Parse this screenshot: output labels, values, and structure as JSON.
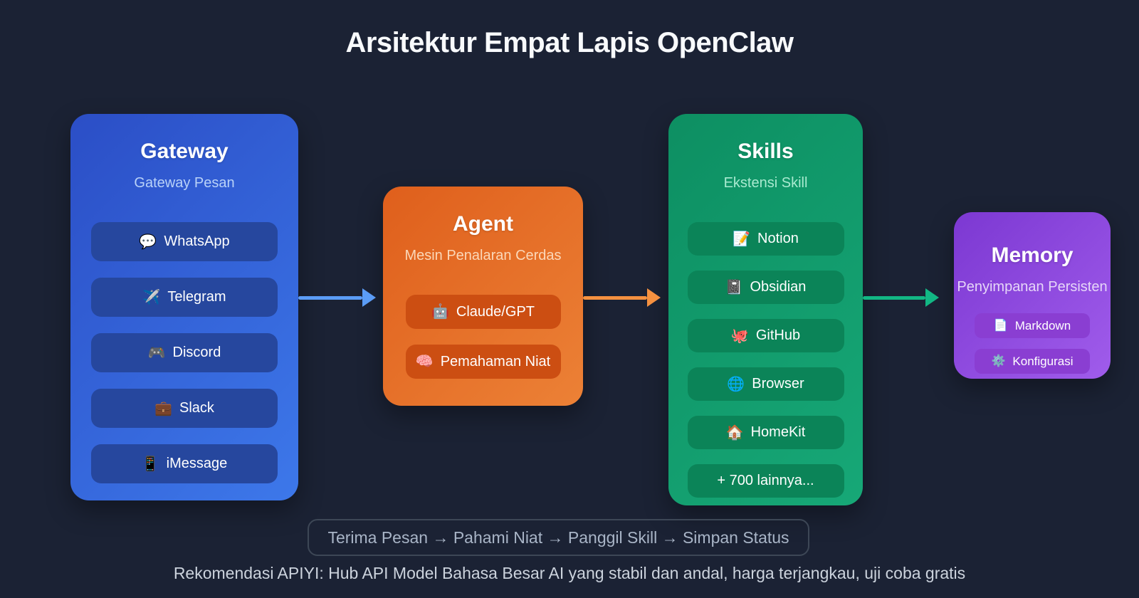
{
  "title": "Arsitektur Empat Lapis OpenClaw",
  "colors": {
    "background": "#1b2234",
    "title_text": "#f8fafc",
    "flow_pill_border": "#3d4756",
    "flow_pill_text": "#a9b5c7",
    "footer_text": "#ccd3dd"
  },
  "layers": [
    {
      "id": "gateway",
      "title": "Gateway",
      "subtitle": "Gateway Pesan",
      "items": [
        {
          "icon": "💬",
          "icon_name": "speech-balloon-icon",
          "label": "WhatsApp"
        },
        {
          "icon": "✈️",
          "icon_name": "airplane-icon",
          "label": "Telegram"
        },
        {
          "icon": "🎮",
          "icon_name": "game-controller-icon",
          "label": "Discord"
        },
        {
          "icon": "💼",
          "icon_name": "briefcase-icon",
          "label": "Slack"
        },
        {
          "icon": "📱",
          "icon_name": "mobile-phone-icon",
          "label": "iMessage"
        }
      ],
      "colors": {
        "bg_from": "#2b4ec6",
        "bg_to": "#3d78ea",
        "pill": "#26479e",
        "subtitle": "#b9d2f8"
      }
    },
    {
      "id": "agent",
      "title": "Agent",
      "subtitle": "Mesin Penalaran Cerdas",
      "items": [
        {
          "icon": "🤖",
          "icon_name": "robot-icon",
          "label": "Claude/GPT"
        },
        {
          "icon": "🧠",
          "icon_name": "brain-icon",
          "label": "Pemahaman Niat"
        }
      ],
      "colors": {
        "bg_from": "#df5f1c",
        "bg_to": "#ec8136",
        "pill": "#cc4e12",
        "subtitle": "#fbd8b9"
      }
    },
    {
      "id": "skills",
      "title": "Skills",
      "subtitle": "Ekstensi Skill",
      "items": [
        {
          "icon": "📝",
          "icon_name": "memo-icon",
          "label": "Notion"
        },
        {
          "icon": "📓",
          "icon_name": "notebook-icon",
          "label": "Obsidian"
        },
        {
          "icon": "🐙",
          "icon_name": "octopus-icon",
          "label": "GitHub"
        },
        {
          "icon": "🌐",
          "icon_name": "globe-icon",
          "label": "Browser"
        },
        {
          "icon": "🏠",
          "icon_name": "house-icon",
          "label": "HomeKit"
        },
        {
          "icon": "",
          "icon_name": "",
          "label": "+ 700 lainnya..."
        }
      ],
      "colors": {
        "bg_from": "#0d8f62",
        "bg_to": "#17a877",
        "pill": "#0b8458",
        "subtitle": "#a9ead0"
      }
    },
    {
      "id": "memory",
      "title": "Memory",
      "subtitle": "Penyimpanan Persisten",
      "items": [
        {
          "icon": "📄",
          "icon_name": "page-icon",
          "label": "Markdown"
        },
        {
          "icon": "⚙️",
          "icon_name": "gear-icon",
          "label": "Konfigurasi"
        }
      ],
      "colors": {
        "bg_from": "#7c38d2",
        "bg_to": "#a05ceb",
        "pill": "#8a3ed2",
        "subtitle": "#e6d6f8"
      }
    }
  ],
  "arrows": [
    {
      "color": "#5b9cf6"
    },
    {
      "color": "#f59140"
    },
    {
      "color": "#12b784"
    }
  ],
  "flow_pill": "Terima Pesan → Pahami Niat → Panggil Skill → Simpan Status",
  "footer": "Rekomendasi APIYI: Hub API Model Bahasa Besar AI yang stabil dan andal, harga terjangkau, uji coba gratis"
}
